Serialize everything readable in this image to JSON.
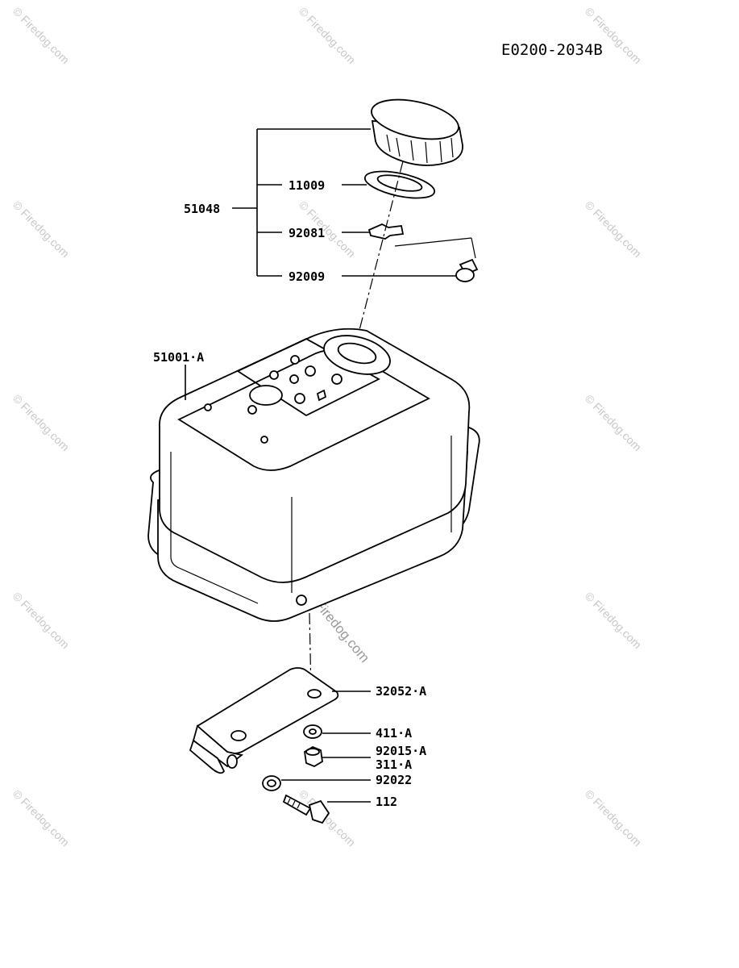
{
  "diagram": {
    "code": "E0200-2034B",
    "watermark": "© Firedog.com",
    "watermark_center": "Firedog.com",
    "labels": {
      "cap_assembly": "51048",
      "gasket": "11009",
      "strap": "92081",
      "screw": "92009",
      "tank": "51001·A",
      "bracket": "32052·A",
      "washer": "411·A",
      "nut": "92015·A",
      "nut_alt": "311·A",
      "washer2": "92022",
      "bolt": "112"
    }
  }
}
